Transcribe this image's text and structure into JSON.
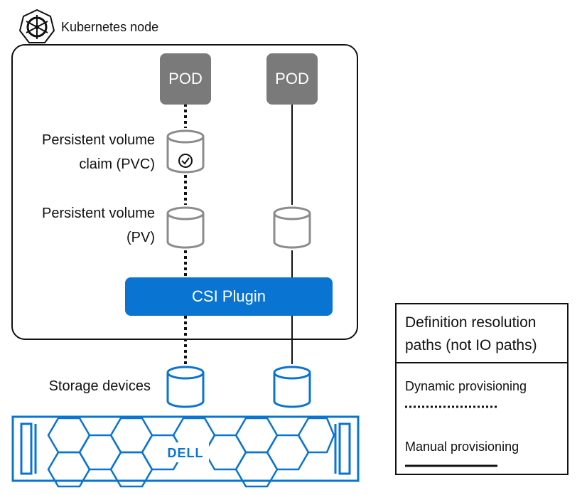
{
  "node": {
    "label": "Kubernetes node",
    "icon": "kubernetes-helm-icon"
  },
  "pods": {
    "left_label": "POD",
    "right_label": "POD"
  },
  "pvc": {
    "line1": "Persistent volume",
    "line2": "claim (PVC)",
    "icon": "check-circle-icon"
  },
  "pv": {
    "line1": "Persistent volume",
    "line2": "(PV)"
  },
  "csi": {
    "label": "CSI Plugin"
  },
  "storage": {
    "label": "Storage devices",
    "brand": "DELL"
  },
  "legend": {
    "title_line1": "Definition resolution",
    "title_line2": "paths (not IO paths)",
    "dynamic": "Dynamic provisioning",
    "manual": "Manual provisioning"
  },
  "colors": {
    "pod": "#7a7a7a",
    "csi": "#0a74d2",
    "storage": "#0a74d2",
    "volume_gray": "#8c8c8c"
  }
}
